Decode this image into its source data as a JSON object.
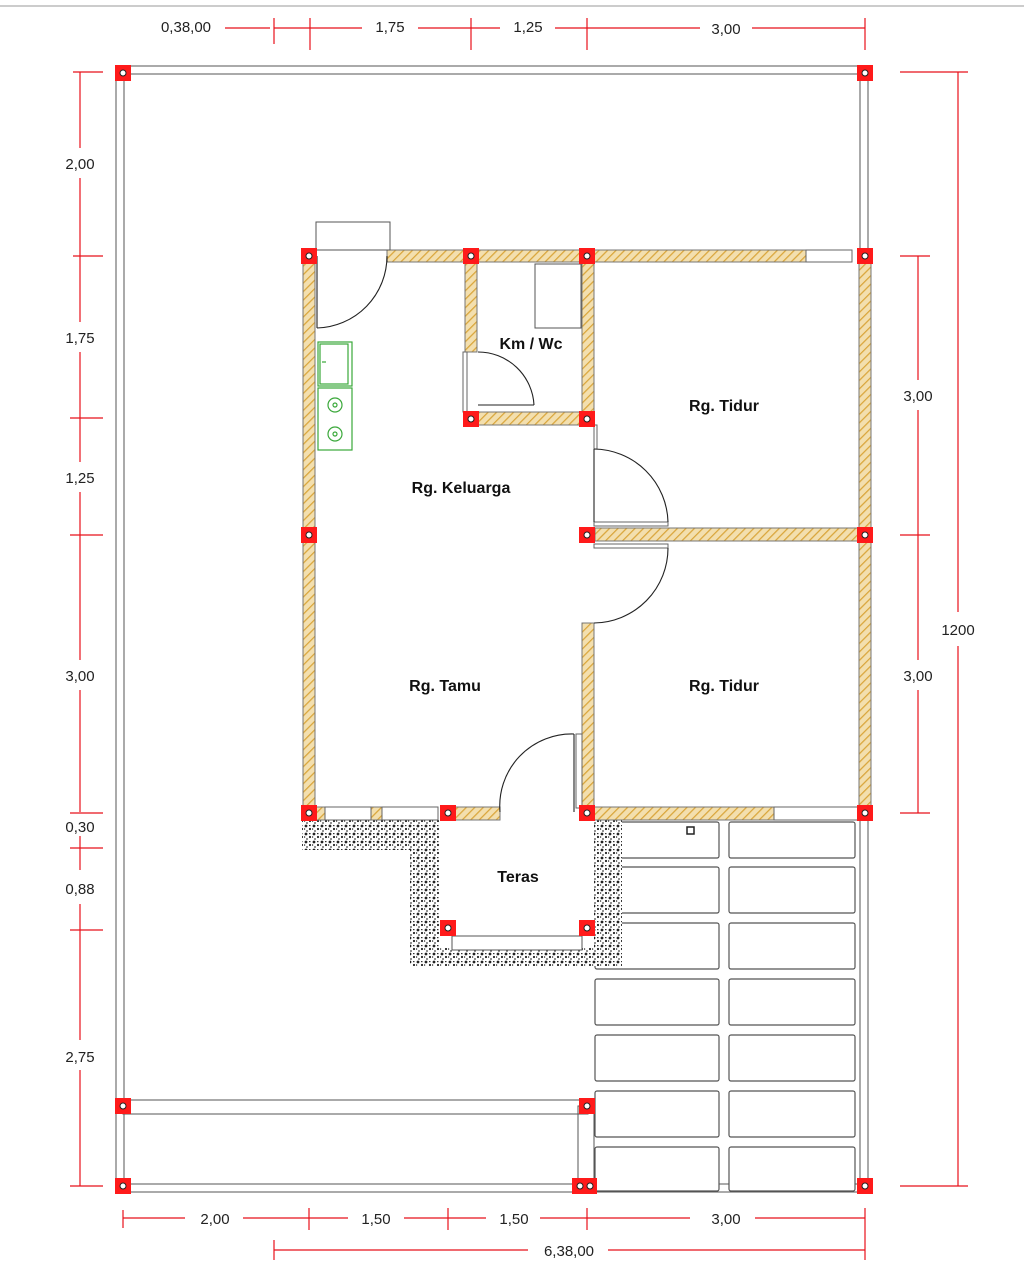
{
  "colors": {
    "dimension_red": "#e8101a",
    "wall_hatch": "#e5b54a",
    "column_red": "#ff0000",
    "fixture_green": "#3aa83a",
    "gravel": "#333333"
  },
  "dimensions": {
    "top": [
      "0,38,00",
      "1,75",
      "1,25",
      "3,00"
    ],
    "left": [
      "2,00",
      "1,75",
      "1,25",
      "3,00",
      "0,30",
      "0,88",
      "2,75"
    ],
    "right": [
      "3,00",
      "3,00",
      "1200"
    ],
    "bottom": [
      "2,00",
      "1,50",
      "1,50",
      "3,00"
    ],
    "bottom_total": "6,38,00"
  },
  "rooms": {
    "km_wc": "Km / Wc",
    "bedroom_1": "Rg. Tidur",
    "bedroom_2": "Rg. Tidur",
    "family_room": "Rg. Keluarga",
    "living_room": "Rg. Tamu",
    "terrace": "Teras"
  },
  "icons": {
    "column": "red-square-column-icon",
    "door_swing": "door-swing-arc-icon",
    "sink": "sink-icon",
    "stove": "stove-burner-icon"
  }
}
